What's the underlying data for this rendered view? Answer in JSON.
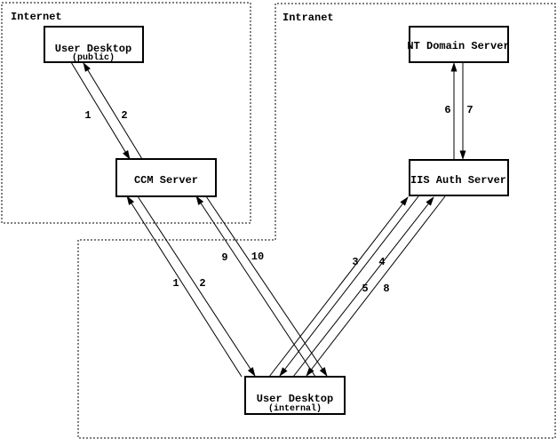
{
  "colors": {
    "ink": "#000000",
    "paper": "#ffffff"
  },
  "zones": {
    "internet": {
      "label": "Internet"
    },
    "intranet": {
      "label": "Intranet"
    }
  },
  "nodes": {
    "user_desktop_public": {
      "title": "User Desktop",
      "subtitle": "(public)"
    },
    "ccm_server": {
      "title": "CCM Server"
    },
    "nt_domain_server": {
      "title": "NT Domain Server"
    },
    "iis_auth_server": {
      "title": "IIS Auth Server"
    },
    "user_desktop_internal": {
      "title": "User Desktop",
      "subtitle": "(internal)"
    }
  },
  "flows": {
    "public_desktop_to_ccm": {
      "label": "1"
    },
    "ccm_to_public_desktop": {
      "label": "2"
    },
    "internal_desktop_to_ccm_a": {
      "label": "1"
    },
    "ccm_to_internal_desktop_a": {
      "label": "2"
    },
    "internal_desktop_to_iis_a": {
      "label": "3"
    },
    "iis_to_internal_desktop_a": {
      "label": "4"
    },
    "internal_desktop_to_iis_b": {
      "label": "5"
    },
    "iis_to_nt_domain": {
      "label": "6"
    },
    "nt_domain_to_iis": {
      "label": "7"
    },
    "iis_to_internal_desktop_b": {
      "label": "8"
    },
    "internal_desktop_to_ccm_b": {
      "label": "9"
    },
    "ccm_to_internal_desktop_b": {
      "label": "10"
    }
  }
}
